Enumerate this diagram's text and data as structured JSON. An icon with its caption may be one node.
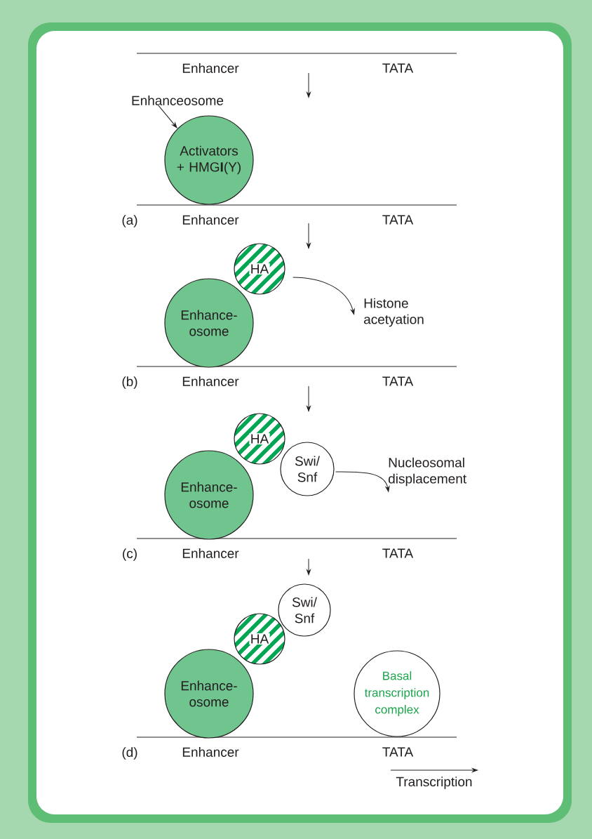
{
  "diagram": {
    "nodes": [
      {
        "text": [
          "Enhanceosome"
        ]
      },
      {
        "text": [
          "Activators + HMG**I**(Y)"
        ]
      },
      {
        "text": [
          "HA"
        ]
      },
      {
        "text": [
          "Histone acetyation"
        ]
      },
      {
        "text": [
          "Enhance- osome"
        ]
      },
      {
        "text": [
          "HA"
        ]
      },
      {
        "text": [
          "Swi/ Snf"
        ]
      },
      {
        "text": [
          "Nucleosomal displacement"
        ]
      },
      {
        "text": [
          "Enhance- osome"
        ]
      },
      {
        "text": [
          "Swi/ Snf"
        ]
      },
      {
        "text": [
          "HA"
        ]
      },
      {
        "text": [
          "Enhance- osome"
        ]
      },
      {
        "text": [
          "Basal transcription complex"
        ]
      }
    ],
    "edges": [
      {
        "from": 0,
        "to": 1,
        "arrow": "to"
      },
      {
        "from": 2,
        "to": 3,
        "arrow": "to"
      },
      {
        "from": 6,
        "to": 7,
        "arrow": "to"
      }
    ],
    "labels": [
      "Enhancer",
      "TATA",
      "(a)",
      "Enhancer",
      "TATA",
      "(b)",
      "Enhancer",
      "TATA",
      "(c)",
      "Enhancer",
      "TATA",
      "(d)",
      "Enhancer",
      "TATA",
      "Transcription"
    ]
  }
}
